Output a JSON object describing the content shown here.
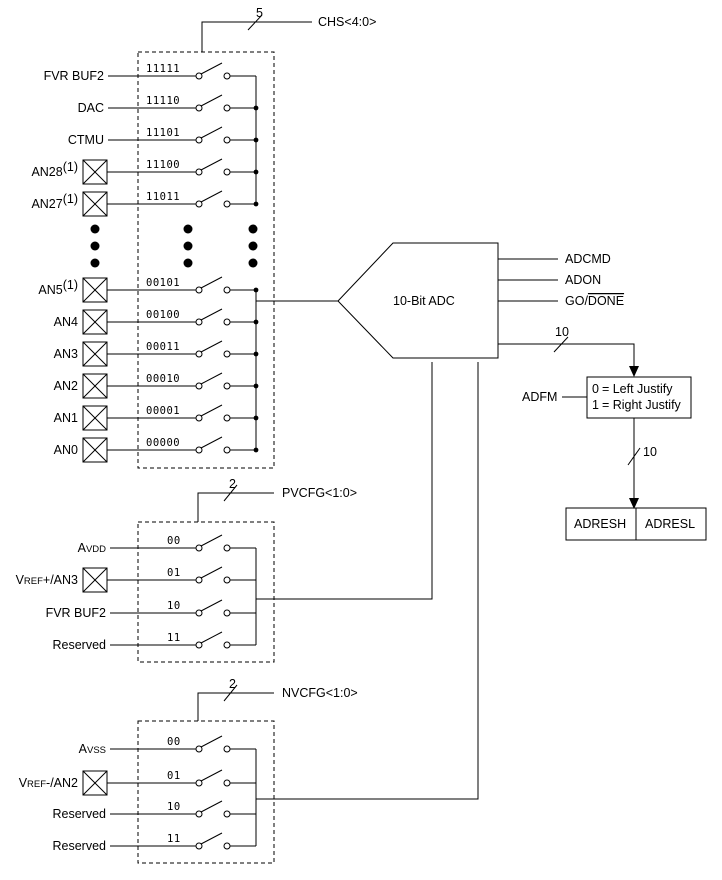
{
  "chs": {
    "bus_width": "5",
    "label": "CHS<4:0>",
    "channels": [
      {
        "name": "FVR BUF2",
        "sup": "",
        "code": "11111",
        "pin": false
      },
      {
        "name": "DAC",
        "sup": "",
        "code": "11110",
        "pin": false
      },
      {
        "name": "CTMU",
        "sup": "",
        "code": "11101",
        "pin": false
      },
      {
        "name": "AN28",
        "sup": "(1)",
        "code": "11100",
        "pin": true
      },
      {
        "name": "AN27",
        "sup": "(1)",
        "code": "11011",
        "pin": true
      },
      {
        "name": "AN5",
        "sup": "(1)",
        "code": "00101",
        "pin": true
      },
      {
        "name": "AN4",
        "sup": "",
        "code": "00100",
        "pin": true
      },
      {
        "name": "AN3",
        "sup": "",
        "code": "00011",
        "pin": true
      },
      {
        "name": "AN2",
        "sup": "",
        "code": "00010",
        "pin": true
      },
      {
        "name": "AN1",
        "sup": "",
        "code": "00001",
        "pin": true
      },
      {
        "name": "AN0",
        "sup": "",
        "code": "00000",
        "pin": true
      }
    ]
  },
  "adc": {
    "label": "10-Bit ADC",
    "signals": [
      "ADCMD",
      "ADON",
      "GO/DONE"
    ],
    "go": "GO/",
    "done": "DONE",
    "output_width": "10"
  },
  "adfm": {
    "label": "ADFM",
    "opt0_code": "0",
    "opt0_text": "= Left Justify",
    "opt1_code": "1",
    "opt1_text": "= Right Justify",
    "bus_width": "10"
  },
  "registers": {
    "high": "ADRESH",
    "low": "ADRESL"
  },
  "pvcfg": {
    "bus_width": "2",
    "label": "PVCFG<1:0>",
    "inputs": [
      {
        "big": "A",
        "small": "VDD",
        "rest": "",
        "code": "00",
        "pin": false
      },
      {
        "big": "V",
        "small": "REF",
        "rest": "+/AN3",
        "code": "01",
        "pin": true
      },
      {
        "big": "",
        "small": "",
        "rest": "FVR BUF2",
        "code": "10",
        "pin": false
      },
      {
        "big": "",
        "small": "",
        "rest": "Reserved",
        "code": "11",
        "pin": false
      }
    ]
  },
  "nvcfg": {
    "bus_width": "2",
    "label": "NVCFG<1:0>",
    "inputs": [
      {
        "big": "A",
        "small": "VSS",
        "rest": "",
        "code": "00",
        "pin": false
      },
      {
        "big": "V",
        "small": "REF",
        "rest": "-/AN2",
        "code": "01",
        "pin": true
      },
      {
        "big": "",
        "small": "",
        "rest": "Reserved",
        "code": "10",
        "pin": false
      },
      {
        "big": "",
        "small": "",
        "rest": "Reserved",
        "code": "11",
        "pin": false
      }
    ]
  }
}
